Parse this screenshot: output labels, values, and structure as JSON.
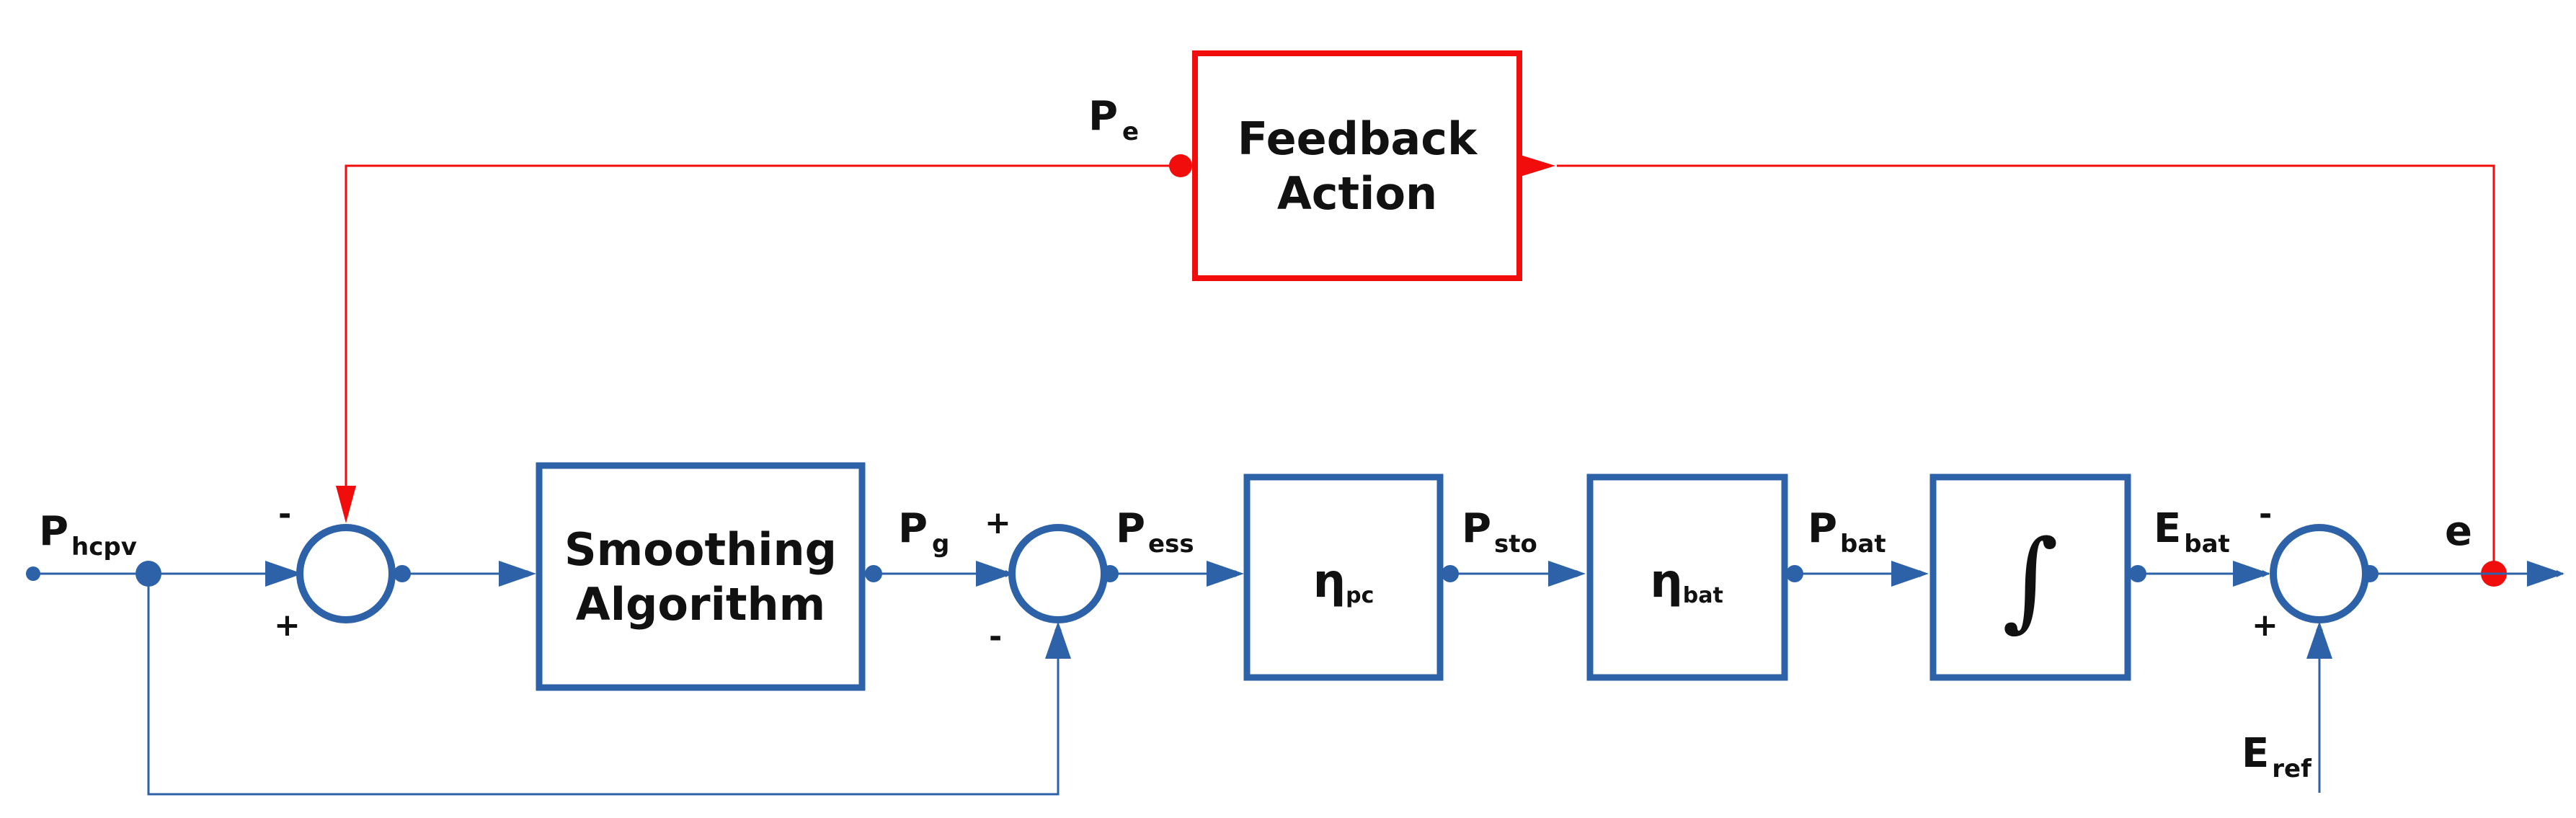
{
  "colors": {
    "main": "#2E62A8",
    "feedback": "#F20D0D",
    "text": "#111111"
  },
  "blocks": {
    "feedback_line1": "Feedback",
    "feedback_line2": "Action",
    "smoothing_line1": "Smoothing",
    "smoothing_line2": "Algorithm",
    "eta_pc": {
      "symbol": "η",
      "sub": "pc"
    },
    "eta_bat": {
      "symbol": "η",
      "sub": "bat"
    },
    "integrator": "∫"
  },
  "signals": {
    "p_hcpv": {
      "base": "P",
      "sub": "hcpv"
    },
    "p_e": {
      "base": "P",
      "sub": "e"
    },
    "p_g": {
      "base": "P",
      "sub": "g"
    },
    "p_ess": {
      "base": "P",
      "sub": "ess"
    },
    "p_sto": {
      "base": "P",
      "sub": "sto"
    },
    "p_bat": {
      "base": "P",
      "sub": "bat"
    },
    "e_bat": {
      "base": "E",
      "sub": "bat"
    },
    "e_ref": {
      "base": "E",
      "sub": "ref"
    },
    "e": "e"
  },
  "signs": {
    "sum1_top": "-",
    "sum1_bottom": "+",
    "sum2_top": "+",
    "sum2_bottom": "-",
    "sum3_top": "-",
    "sum3_bottom": "+"
  }
}
